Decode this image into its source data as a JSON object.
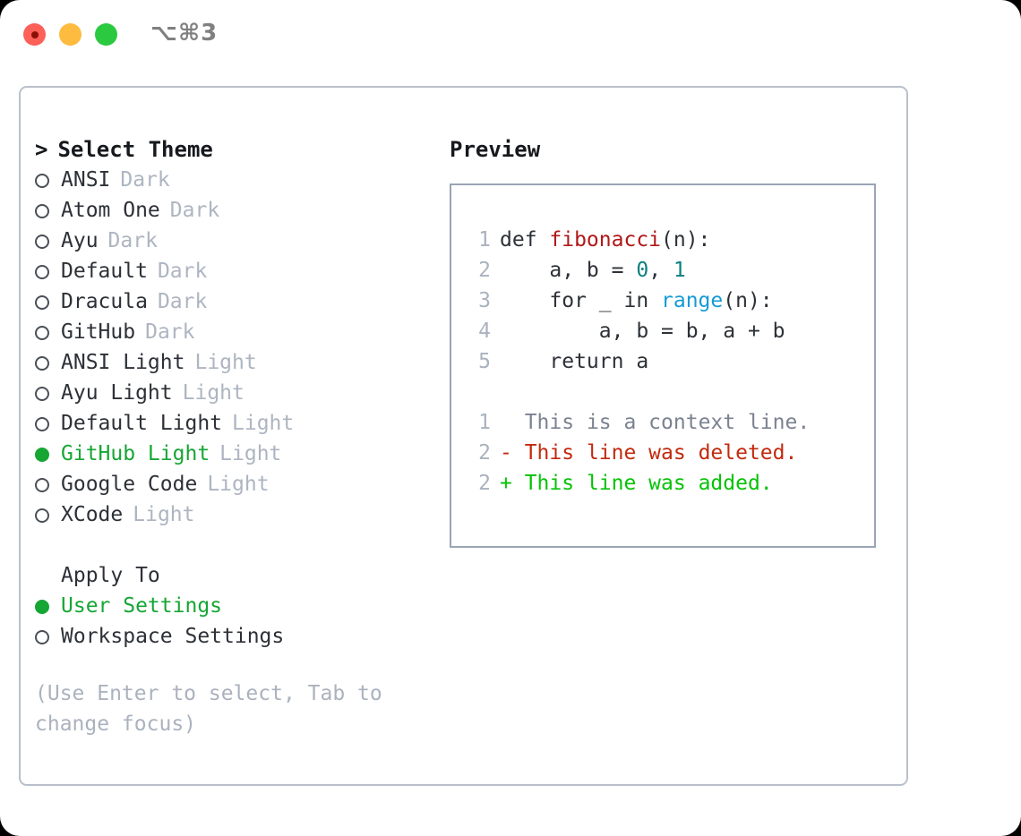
{
  "window": {
    "title": "⌥⌘3",
    "controls": [
      {
        "name": "close",
        "color": "#fc6058"
      },
      {
        "name": "minimize",
        "color": "#fdbc40"
      },
      {
        "name": "maximize",
        "color": "#2bc93f"
      }
    ]
  },
  "theme_picker": {
    "heading": "Select Theme",
    "prompt": ">",
    "bullet_empty": "○",
    "bullet_filled": "●",
    "items": [
      {
        "name": "ANSI",
        "tag": "Dark",
        "selected": false
      },
      {
        "name": "Atom One",
        "tag": "Dark",
        "selected": false
      },
      {
        "name": "Ayu",
        "tag": "Dark",
        "selected": false
      },
      {
        "name": "Default",
        "tag": "Dark",
        "selected": false
      },
      {
        "name": "Dracula",
        "tag": "Dark",
        "selected": false
      },
      {
        "name": "GitHub",
        "tag": "Dark",
        "selected": false
      },
      {
        "name": "ANSI Light",
        "tag": "Light",
        "selected": false
      },
      {
        "name": "Ayu Light",
        "tag": "Light",
        "selected": false
      },
      {
        "name": "Default Light",
        "tag": "Light",
        "selected": false
      },
      {
        "name": "GitHub Light",
        "tag": "Light",
        "selected": true
      },
      {
        "name": "Google Code",
        "tag": "Light",
        "selected": false
      },
      {
        "name": "XCode",
        "tag": "Light",
        "selected": false
      }
    ]
  },
  "apply_to": {
    "label": "Apply To",
    "options": [
      {
        "name": "User Settings",
        "selected": true
      },
      {
        "name": "Workspace Settings",
        "selected": false
      }
    ]
  },
  "hint": "(Use Enter to select, Tab to change focus)",
  "preview": {
    "title": "Preview",
    "code_lines": [
      {
        "no": "1",
        "segments": [
          {
            "text": "def ",
            "cls": ""
          },
          {
            "text": "fibonacci",
            "cls": "tok-fn"
          },
          {
            "text": "(n):",
            "cls": ""
          }
        ]
      },
      {
        "no": "2",
        "segments": [
          {
            "text": "    a, b = ",
            "cls": ""
          },
          {
            "text": "0",
            "cls": "tok-num"
          },
          {
            "text": ", ",
            "cls": ""
          },
          {
            "text": "1",
            "cls": "tok-num"
          }
        ]
      },
      {
        "no": "3",
        "segments": [
          {
            "text": "    for _ in ",
            "cls": ""
          },
          {
            "text": "range",
            "cls": "tok-kwfn"
          },
          {
            "text": "(n):",
            "cls": ""
          }
        ]
      },
      {
        "no": "4",
        "segments": [
          {
            "text": "        a, b = b, a + b",
            "cls": ""
          }
        ]
      },
      {
        "no": "5",
        "segments": [
          {
            "text": "    return a",
            "cls": ""
          }
        ]
      }
    ],
    "diff_lines": [
      {
        "no": "1",
        "marker": "  ",
        "text": "This is a context line.",
        "cls": "tok-ctx"
      },
      {
        "no": "2",
        "marker": "- ",
        "text": "This line was deleted.",
        "cls": "tok-del"
      },
      {
        "no": "2",
        "marker": "+ ",
        "text": "This line was added.",
        "cls": "tok-add"
      }
    ]
  },
  "colors": {
    "accent_green": "#16a634",
    "added_green": "#06c206",
    "deleted_red": "#c22a0e",
    "function_red": "#b01818",
    "number_teal": "#0b8080",
    "builtin_blue": "#169bd5",
    "muted_gray": "#aab2be",
    "text": "#2d3137",
    "border": "#b9c0cb",
    "preview_border": "#9aa5b4"
  }
}
